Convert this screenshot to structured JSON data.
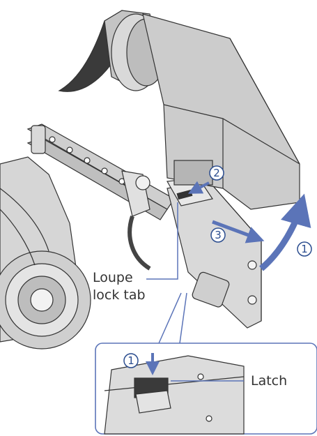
{
  "callouts": {
    "loupe_lock_tab": [
      "Loupe",
      "lock tab"
    ],
    "latch": "Latch"
  },
  "steps": {
    "step_1": "1",
    "step_2": "2",
    "step_3": "3",
    "inset_step_1": "1"
  },
  "colors": {
    "accent": "#5b74b8",
    "accent_dark": "#2b4d8f",
    "line_art": "#333333",
    "body_gray": "#cfcfcf"
  }
}
